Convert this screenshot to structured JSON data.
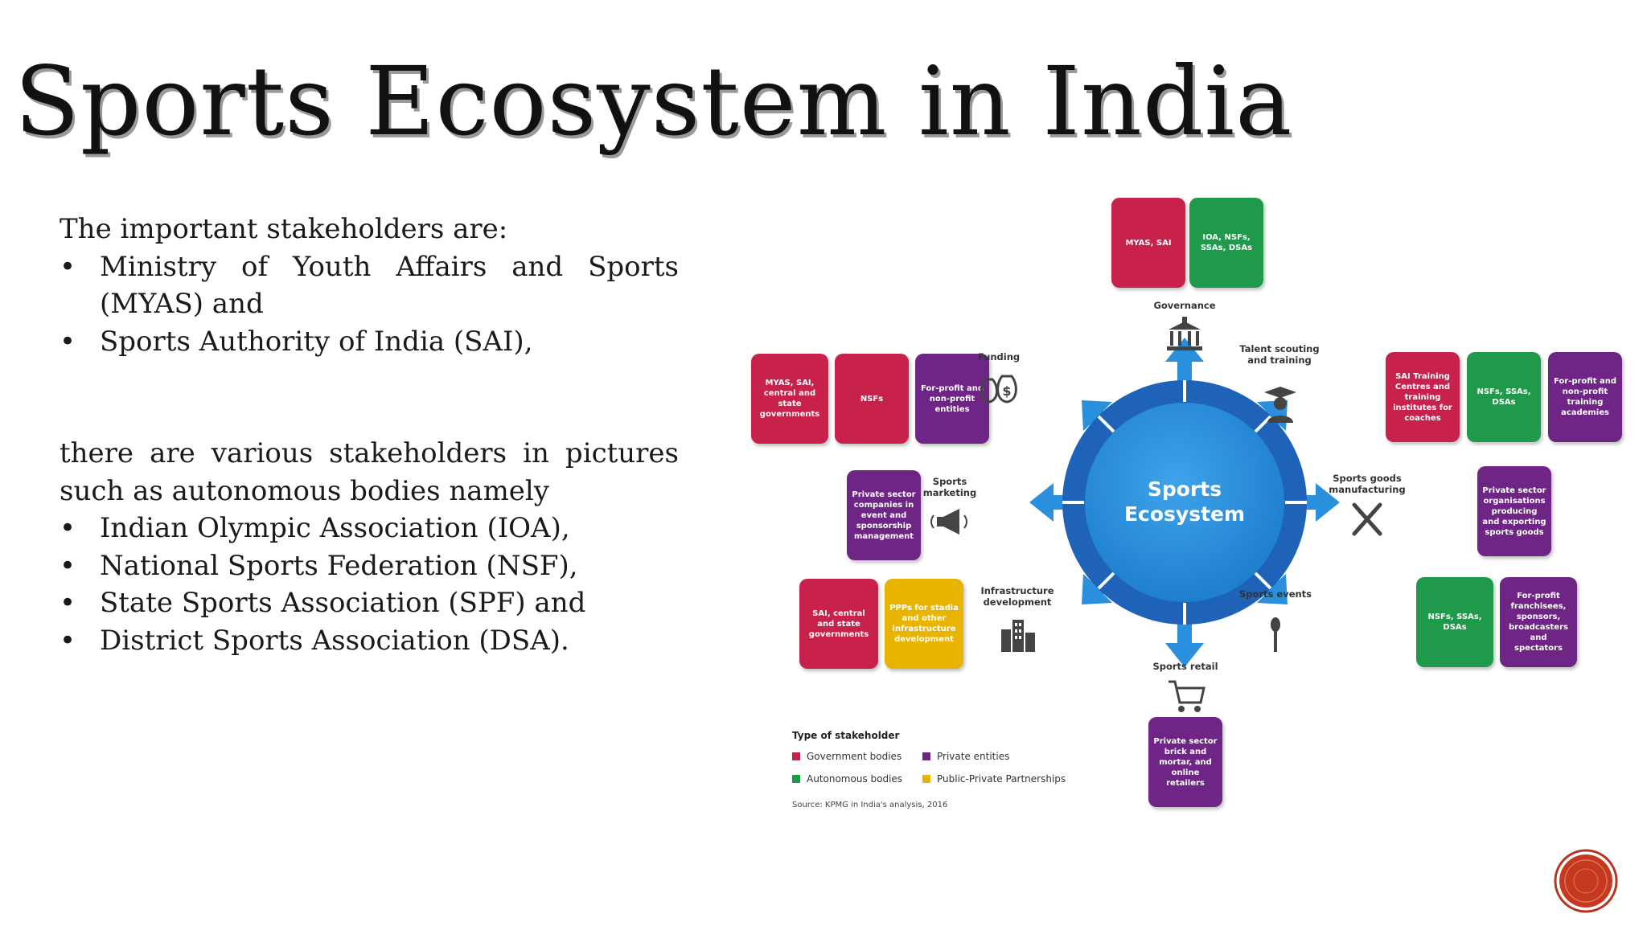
{
  "title": "Sports Ecosystem in India",
  "text": {
    "intro": "The important stakeholders are:",
    "bullets_a": [
      "Ministry of Youth Affairs and Sports (MYAS) and",
      "Sports Authority of India (SAI),"
    ],
    "para": "there are various stakeholders in pictures such as autonomous bodies namely",
    "bullets_b": [
      "Indian Olympic Association (IOA),",
      "National Sports Federation (NSF),",
      "State Sports Association (SPF) and",
      "District Sports Association (DSA)."
    ],
    "bullet_char": "•"
  },
  "diagram": {
    "center": [
      "Sports",
      "Ecosystem"
    ],
    "categories": {
      "governance": "Governance",
      "funding": "Funding",
      "talent": "Talent scouting and training",
      "marketing": "Sports marketing",
      "manufacturing": "Sports goods manufacturing",
      "infrastructure": "Infrastructure development",
      "events": "Sports events",
      "retail": "Sports retail"
    },
    "boxes": {
      "gov_1": "MYAS, SAI",
      "gov_2": "IOA, NSFs, SSAs, DSAs",
      "fund_1": "MYAS, SAI, central and state governments",
      "fund_2": "NSFs",
      "fund_3": "For-profit and non-profit entities",
      "talent_1": "SAI Training Centres and training institutes for coaches",
      "talent_2": "NSFs, SSAs, DSAs",
      "talent_3": "For-profit and non-profit training academies",
      "mkt_1": "Private sector companies in event and sponsorship management",
      "mfg_1": "Private sector organisations producing and exporting sports goods",
      "infra_1": "SAI, central and state governments",
      "infra_2": "PPPs for stadia and other infrastructure development",
      "events_1": "NSFs, SSAs, DSAs",
      "events_2": "For-profit franchisees, sponsors, broadcasters and spectators",
      "retail_1": "Private sector brick and mortar, and online retailers"
    },
    "legend": {
      "title": "Type of stakeholder",
      "items": [
        {
          "label": "Government bodies",
          "color": "#c8214b"
        },
        {
          "label": "Private entities",
          "color": "#6e2585"
        },
        {
          "label": "Autonomous bodies",
          "color": "#1f9a4a"
        },
        {
          "label": "Public-Private Partnerships",
          "color": "#e8b400"
        }
      ]
    },
    "source": "Source: KPMG in India's analysis, 2016"
  },
  "icons": {
    "governance": "building-icon",
    "funding": "money-bags-icon",
    "talent": "graduate-icon",
    "marketing": "megaphone-icon",
    "manufacturing": "tools-icon",
    "infrastructure": "buildings-icon",
    "events": "microphone-icon",
    "retail": "cart-icon",
    "logo": "emblem-icon"
  },
  "colors": {
    "government": "#c8214b",
    "autonomous": "#1f9a4a",
    "private": "#6e2585",
    "ppp": "#e8b400",
    "ring": "#1f63b8",
    "center": "#2a8fdc",
    "arrow": "#2a8fdc"
  }
}
